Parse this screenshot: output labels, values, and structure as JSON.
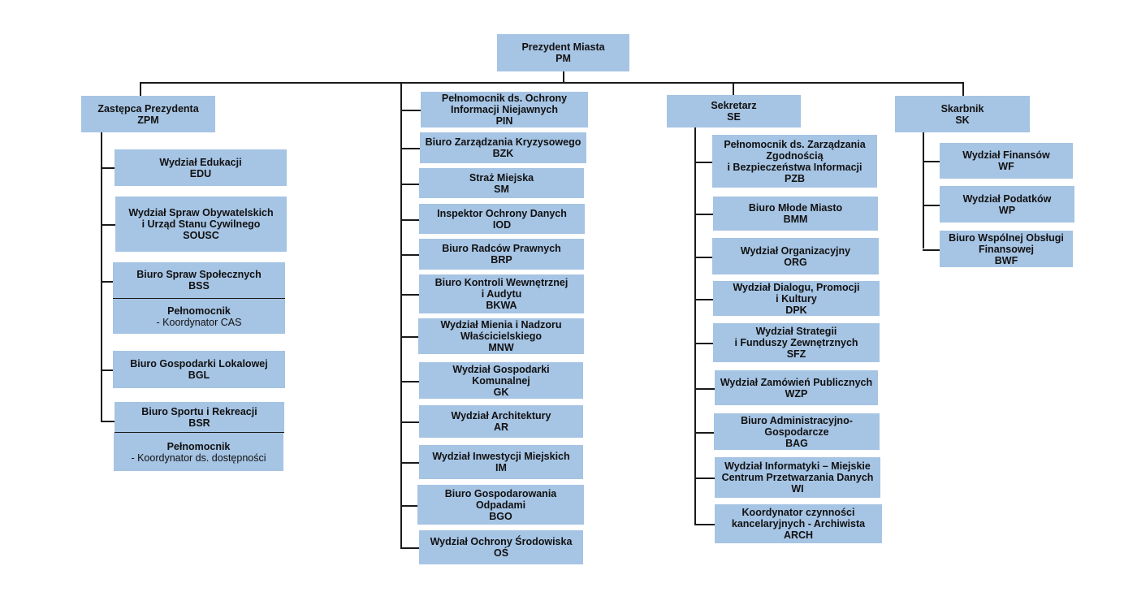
{
  "colors": {
    "box_fill": "#a6c4e4",
    "line": "#1a1a1a",
    "text": "#111111"
  },
  "root": {
    "lines": [
      "Prezydent Miasta",
      "PM"
    ]
  },
  "columns": [
    {
      "head": {
        "lines": [
          "Zastępca Prezydenta",
          "ZPM"
        ]
      },
      "units": [
        {
          "lines": [
            "Wydział Edukacji",
            "EDU"
          ]
        },
        {
          "lines": [
            "Wydział Spraw Obywatelskich",
            "i Urząd Stanu Cywilnego",
            "SOUSC"
          ]
        },
        {
          "lines": [
            "Biuro Spraw Społecznych",
            "BSS"
          ]
        },
        {
          "lines": [
            "Pełnomocnik",
            "- Koordynator CAS"
          ]
        },
        {
          "lines": [
            "Biuro Gospodarki Lokalowej",
            "BGL"
          ]
        },
        {
          "lines": [
            "Biuro Sportu i Rekreacji",
            "BSR"
          ]
        },
        {
          "lines": [
            "Pełnomocnik",
            "- Koordynator ds. dostępności"
          ]
        }
      ]
    },
    {
      "head": null,
      "units": [
        {
          "lines": [
            "Pełnomocnik ds. Ochrony",
            "Informacji Niejawnych",
            "PIN"
          ]
        },
        {
          "lines": [
            "Biuro Zarządzania Kryzysowego",
            "BZK"
          ]
        },
        {
          "lines": [
            "Straż Miejska",
            "SM"
          ]
        },
        {
          "lines": [
            "Inspektor Ochrony Danych",
            "IOD"
          ]
        },
        {
          "lines": [
            "Biuro Radców Prawnych",
            "BRP"
          ]
        },
        {
          "lines": [
            "Biuro Kontroli Wewnętrznej",
            "i Audytu",
            "BKWA"
          ]
        },
        {
          "lines": [
            "Wydział Mienia i Nadzoru",
            "Właścicielskiego",
            "MNW"
          ]
        },
        {
          "lines": [
            "Wydział Gospodarki",
            "Komunalnej",
            "GK"
          ]
        },
        {
          "lines": [
            "Wydział Architektury",
            "AR"
          ]
        },
        {
          "lines": [
            "Wydział Inwestycji Miejskich",
            "IM"
          ]
        },
        {
          "lines": [
            "Biuro Gospodarowania",
            "Odpadami",
            "BGO"
          ]
        },
        {
          "lines": [
            "Wydział Ochrony Środowiska",
            "OŚ"
          ]
        }
      ]
    },
    {
      "head": {
        "lines": [
          "Sekretarz",
          "SE"
        ]
      },
      "units": [
        {
          "lines": [
            "Pełnomocnik ds. Zarządzania",
            "Zgodnością",
            "i Bezpieczeństwa Informacji",
            "PZB"
          ]
        },
        {
          "lines": [
            "Biuro Młode Miasto",
            "BMM"
          ]
        },
        {
          "lines": [
            "Wydział Organizacyjny",
            "ORG"
          ]
        },
        {
          "lines": [
            "Wydział Dialogu, Promocji",
            "i Kultury",
            "DPK"
          ]
        },
        {
          "lines": [
            "Wydział Strategii",
            "i Funduszy Zewnętrznych",
            "SFZ"
          ]
        },
        {
          "lines": [
            "Wydział Zamówień Publicznych",
            "WZP"
          ]
        },
        {
          "lines": [
            "Biuro Administracyjno-",
            "Gospodarcze",
            "BAG"
          ]
        },
        {
          "lines": [
            "Wydział Informatyki – Miejskie",
            "Centrum Przetwarzania Danych",
            "WI"
          ]
        },
        {
          "lines": [
            "Koordynator czynności",
            "kancelaryjnych - Archiwista",
            "ARCH"
          ]
        }
      ]
    },
    {
      "head": {
        "lines": [
          "Skarbnik",
          "SK"
        ]
      },
      "units": [
        {
          "lines": [
            "Wydział Finansów",
            "WF"
          ]
        },
        {
          "lines": [
            "Wydział Podatków",
            "WP"
          ]
        },
        {
          "lines": [
            "Biuro Wspólnej Obsługi",
            "Finansowej",
            "BWF"
          ]
        }
      ]
    }
  ]
}
